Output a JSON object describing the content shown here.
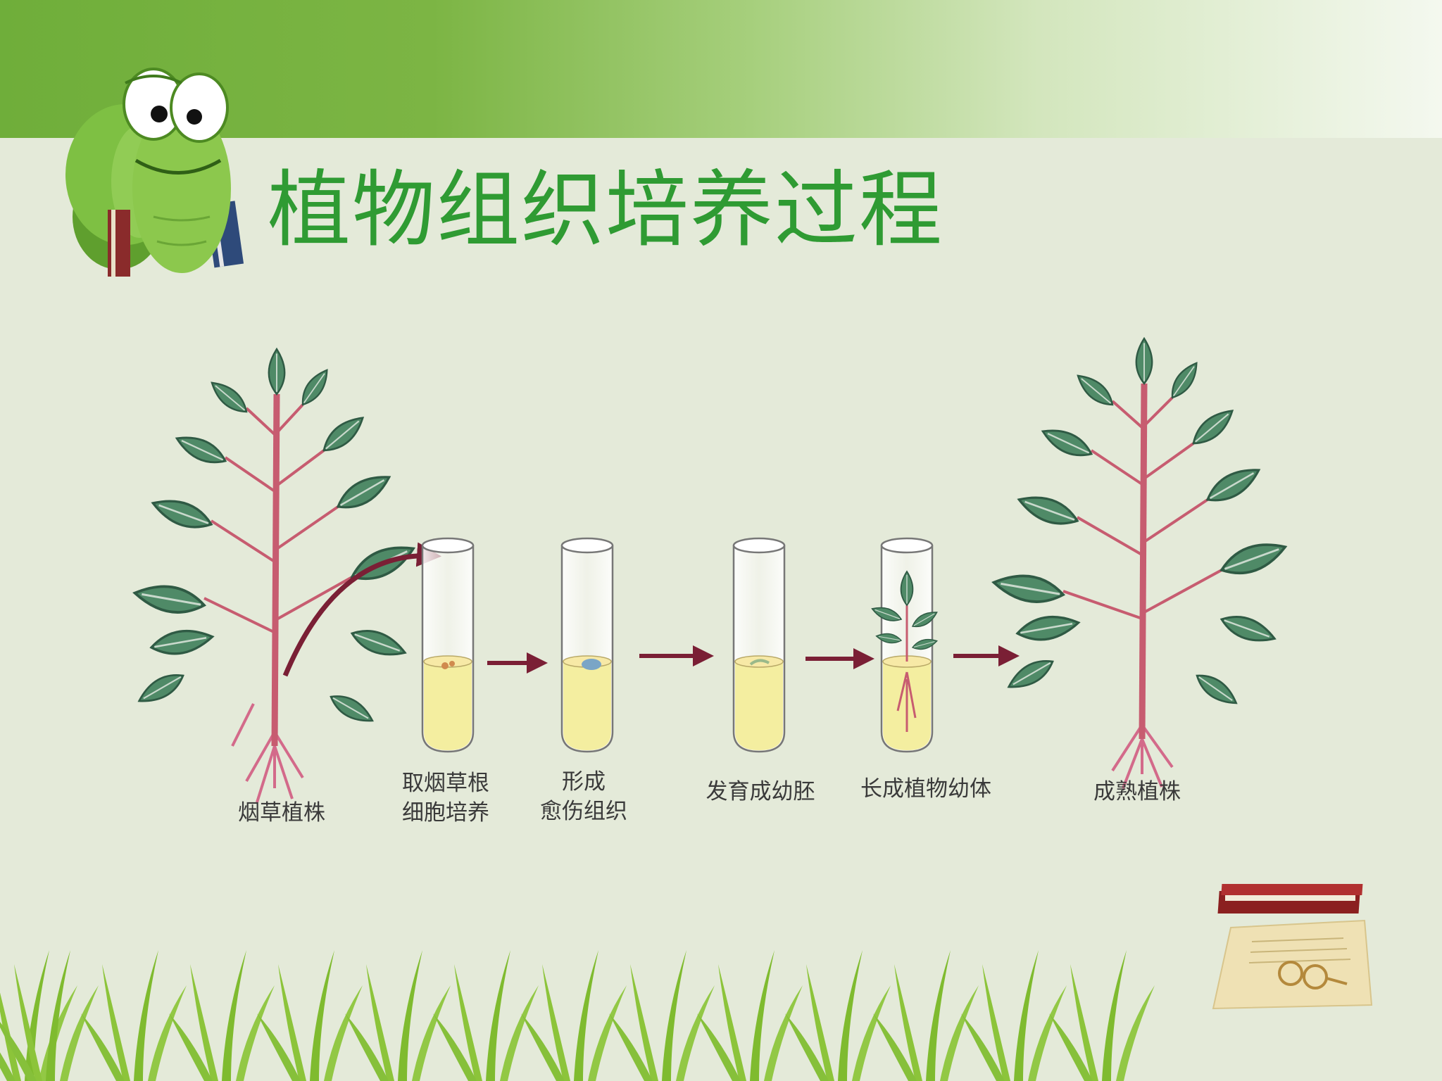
{
  "slide": {
    "title": "植物组织培养过程",
    "colors": {
      "title": "#2f9b33",
      "background": "#e4ead9",
      "arrow": "#7a1f35",
      "medium": "#f4eea0"
    }
  },
  "diagram": {
    "steps": [
      {
        "id": "tobacco-plant",
        "label_lines": [
          "烟草植株"
        ]
      },
      {
        "id": "root-cell-culture",
        "label_lines": [
          "取烟草根",
          "细胞培养"
        ]
      },
      {
        "id": "callus",
        "label_lines": [
          "形成",
          "愈伤组织"
        ]
      },
      {
        "id": "embryo",
        "label_lines": [
          "发育成幼胚"
        ]
      },
      {
        "id": "plantlet",
        "label_lines": [
          "长成植物幼体"
        ]
      },
      {
        "id": "mature-plant",
        "label_lines": [
          "成熟植株"
        ]
      }
    ]
  },
  "decor": {
    "mascot": "caterpillar-mascot-icon",
    "grass": "grass-border",
    "book": "book-glasses-icon"
  }
}
